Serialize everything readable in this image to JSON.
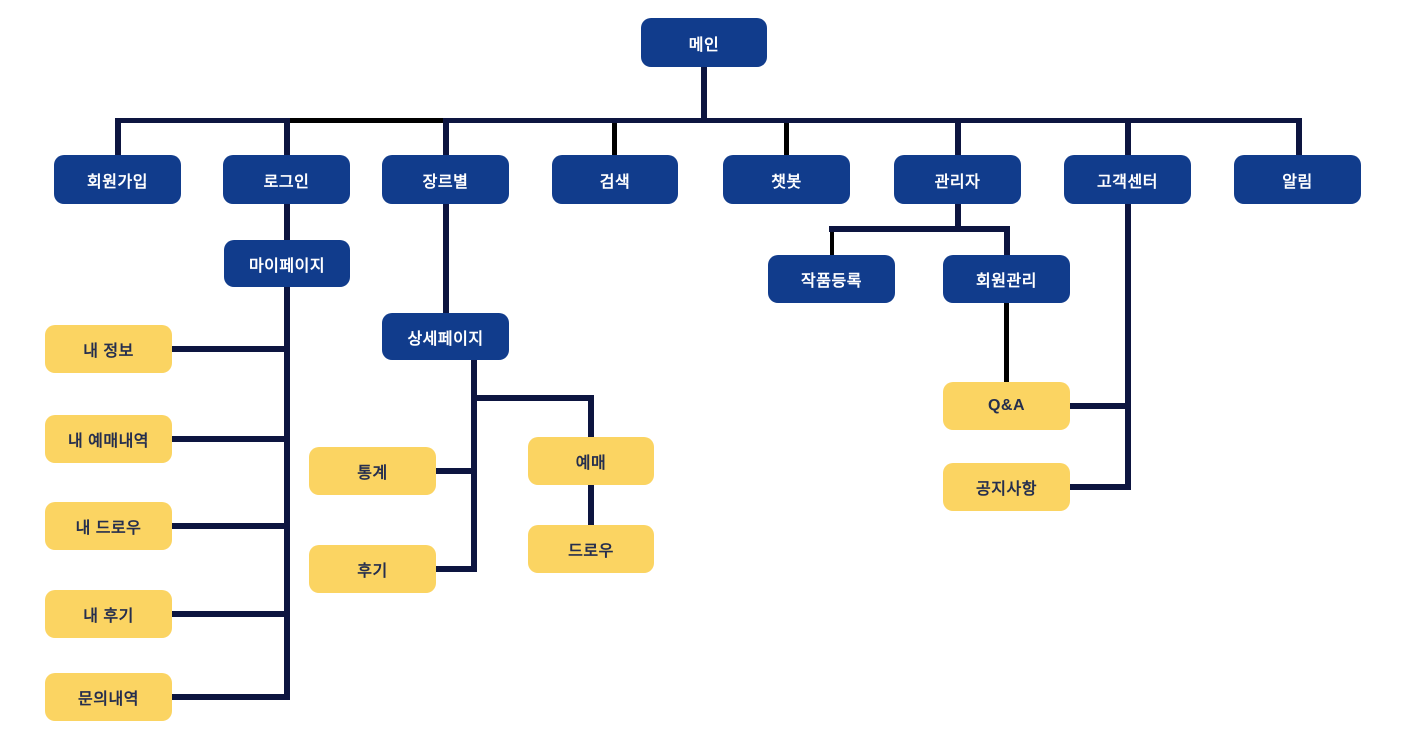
{
  "diagram": {
    "type": "sitemap-tree",
    "description": "Website sitemap hierarchy diagram",
    "colors": {
      "background": "#ffffff",
      "node_primary": "#113c8c",
      "node_accent": "#fbd462",
      "text_on_primary": "#ffffff",
      "text_on_accent": "#252e4e",
      "line_navy": "#0d1540",
      "line_black": "#000000"
    },
    "nodes": {
      "main": "메인",
      "signup": "회원가입",
      "login": "로그인",
      "genre": "장르별",
      "search": "검색",
      "chatbot": "챗봇",
      "admin": "관리자",
      "customer_center": "고객센터",
      "alarm": "알림",
      "mypage": "마이페이지",
      "detail_page": "상세페이지",
      "my_info": "내 정보",
      "my_booking": "내 예매내역",
      "my_draw": "내 드로우",
      "my_review": "내 후기",
      "inquiry_history": "문의내역",
      "stats": "통계",
      "review": "후기",
      "booking": "예매",
      "draw": "드로우",
      "work_register": "작품등록",
      "member_manage": "회원관리",
      "qna": "Q&A",
      "notice": "공지사항"
    },
    "edges": [
      [
        "메인",
        "회원가입"
      ],
      [
        "메인",
        "로그인"
      ],
      [
        "메인",
        "장르별"
      ],
      [
        "메인",
        "검색"
      ],
      [
        "메인",
        "챗봇"
      ],
      [
        "메인",
        "관리자"
      ],
      [
        "메인",
        "고객센터"
      ],
      [
        "메인",
        "알림"
      ],
      [
        "로그인",
        "마이페이지"
      ],
      [
        "마이페이지",
        "내 정보"
      ],
      [
        "마이페이지",
        "내 예매내역"
      ],
      [
        "마이페이지",
        "내 드로우"
      ],
      [
        "마이페이지",
        "내 후기"
      ],
      [
        "마이페이지",
        "문의내역"
      ],
      [
        "장르별",
        "상세페이지"
      ],
      [
        "상세페이지",
        "통계"
      ],
      [
        "상세페이지",
        "후기"
      ],
      [
        "상세페이지",
        "예매"
      ],
      [
        "예매",
        "드로우"
      ],
      [
        "관리자",
        "작품등록"
      ],
      [
        "관리자",
        "회원관리"
      ],
      [
        "회원관리",
        "Q&A"
      ],
      [
        "고객센터",
        "Q&A"
      ],
      [
        "고객센터",
        "공지사항"
      ]
    ]
  }
}
